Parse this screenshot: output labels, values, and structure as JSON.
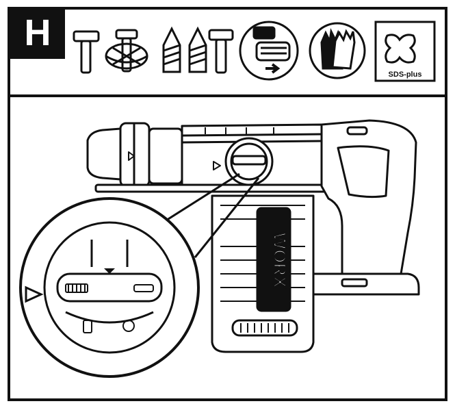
{
  "header": {
    "step_letter": "H",
    "sds_label": "SDS-plus"
  },
  "machine": {
    "brand": "WORX"
  },
  "icons": [
    "hammer-bit-icon",
    "chisel-rotary-icon",
    "drill-bit-icon",
    "drill-bit-double-icon",
    "hammer-icon",
    "bit-insert-icon",
    "gloves-icon",
    "sds-plus-icon"
  ],
  "colors": {
    "ink": "#111111",
    "paper": "#ffffff"
  }
}
